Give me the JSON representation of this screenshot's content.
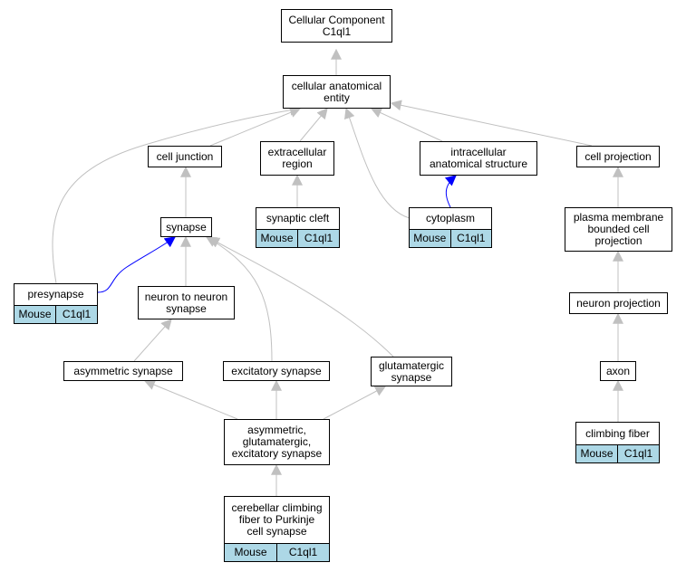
{
  "colors": {
    "edge": "#c0c0c0",
    "edge_highlight": "#0000ff",
    "tag_bg": "#add8e6"
  },
  "nodes": {
    "cc": {
      "label": "Cellular Component\nC1ql1"
    },
    "cae": {
      "label": "cellular anatomical\nentity"
    },
    "cj": {
      "label": "cell junction"
    },
    "ecr": {
      "label": "extracellular\nregion"
    },
    "ias": {
      "label": "intracellular\nanatomical structure"
    },
    "cp": {
      "label": "cell projection"
    },
    "synapse": {
      "label": "synapse"
    },
    "sc": {
      "label": "synaptic cleft",
      "tags": [
        "Mouse",
        "C1ql1"
      ]
    },
    "cyto": {
      "label": "cytoplasm",
      "tags": [
        "Mouse",
        "C1ql1"
      ]
    },
    "pmbcp": {
      "label": "plasma membrane\nbounded cell\nprojection"
    },
    "pre": {
      "label": "presynapse",
      "tags": [
        "Mouse",
        "C1ql1"
      ]
    },
    "n2n": {
      "label": "neuron to neuron\nsynapse"
    },
    "np": {
      "label": "neuron projection"
    },
    "asym": {
      "label": "asymmetric synapse"
    },
    "exc": {
      "label": "excitatory synapse"
    },
    "glut": {
      "label": "glutamatergic\nsynapse"
    },
    "axon": {
      "label": "axon"
    },
    "cf": {
      "label": "climbing fiber",
      "tags": [
        "Mouse",
        "C1ql1"
      ]
    },
    "age": {
      "label": "asymmetric,\nglutamatergic,\nexcitatory synapse"
    },
    "ccf": {
      "label": "cerebellar climbing\nfiber to Purkinje\ncell synapse",
      "tags": [
        "Mouse",
        "C1ql1"
      ]
    }
  }
}
